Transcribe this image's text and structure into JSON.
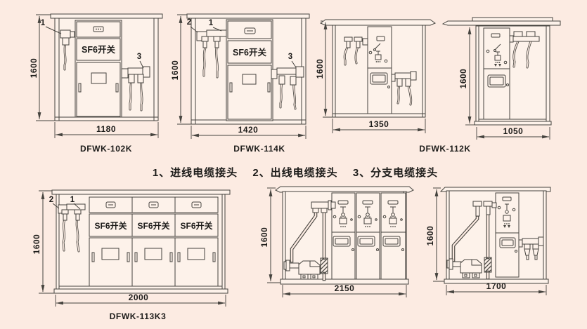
{
  "page": {
    "background": "#fcebe2",
    "panel_fill": "#fdf2ea",
    "line_color": "#45433e",
    "text_color": "#1d1c1a"
  },
  "caption": {
    "items": [
      "1、进线电缆接头",
      "2、出线电缆接头",
      "3、分支电缆接头"
    ]
  },
  "cabinets": [
    {
      "model": "DFWK-102K",
      "width": "1180",
      "height": "1600",
      "switch_label": "SF6开关",
      "marker_inlet": "1",
      "marker_branch": "3"
    },
    {
      "model": "DFWK-114K",
      "width": "1420",
      "height": "1600",
      "switch_label": "SF6开关",
      "marker_outlet": "2",
      "marker_inlet": "1",
      "marker_branch": "3"
    },
    {
      "model": "DFWK-112K",
      "width": "1350",
      "height": "1600"
    },
    {
      "width": "1050",
      "height": "1600"
    },
    {
      "model": "DFWK-113K3",
      "width": "2000",
      "height": "1600",
      "switch_label": "SF6开关",
      "marker_outlet": "2",
      "marker_inlet": "1"
    },
    {
      "width": "2150",
      "height": "1600"
    },
    {
      "width": "1700",
      "height": "1600"
    }
  ]
}
